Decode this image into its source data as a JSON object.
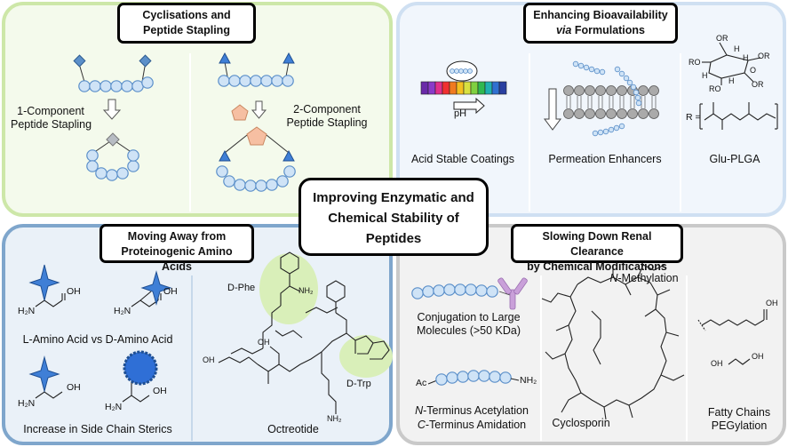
{
  "center": {
    "line1": "Improving Enzymatic and",
    "line2": "Chemical Stability of",
    "line3": "Peptides"
  },
  "q1": {
    "title_line1": "Cyclisations and",
    "title_line2": "Peptide Stapling",
    "one_component_line1": "1-Component",
    "one_component_line2": "Peptide Stapling",
    "two_component_line1": "2-Component",
    "two_component_line2": "Peptide Stapling"
  },
  "q2": {
    "title_line1": "Enhancing Bioavailability",
    "title_line2_italic": "via",
    "title_line2_rest": " Formulations",
    "ph_label": "pH",
    "acid_label": "Acid Stable Coatings",
    "permeation_label": "Permeation Enhancers",
    "glu_plga_label": "Glu-PLGA",
    "r_label": "R =",
    "oh_labels": [
      "OR",
      "OR",
      "RO",
      "RO",
      "OR",
      "H",
      "H",
      "H",
      "H",
      "O"
    ]
  },
  "q3": {
    "title_line1": "Moving Away from",
    "title_line2": "Proteinogenic Amino Acids",
    "l_vs_d_label": "L-Amino Acid vs D-Amino Acid",
    "sterics_label": "Increase in Side Chain Sterics",
    "octreotide_label": "Octreotide",
    "dphe_label": "D-Phe",
    "dtrp_label": "D-Trp",
    "nh2": "NH₂",
    "oh": "OH",
    "h2n": "H₂N"
  },
  "q4": {
    "title_line1": "Slowing Down Renal Clearance",
    "title_line2": "by Chemical Modifications",
    "conj_line1": "Conjugation to Large",
    "conj_line2": "Molecules (>50 KDa)",
    "nterm_italic": "N",
    "nterm_rest": "-Terminus Acetylation",
    "cterm_italic": "C",
    "cterm_rest": "-Terminus Amidation",
    "cyclosporin_label": "Cyclosporin",
    "nmeth_italic": "N",
    "nmeth_rest": "-Methylation",
    "fatty_line1": "Fatty Chains",
    "fatty_line2": "PEGylation",
    "ac_label": "Ac",
    "nh2_label": "NH₂",
    "oh": "OH"
  },
  "colors": {
    "bead_fill": "#cfe3f6",
    "bead_stroke": "#5b8fc9",
    "star_blue": "#3f7fd6",
    "pentagon": "#f6bfa2",
    "green_highlight": "#d9efb9",
    "antibody": "#c9a0d9"
  }
}
